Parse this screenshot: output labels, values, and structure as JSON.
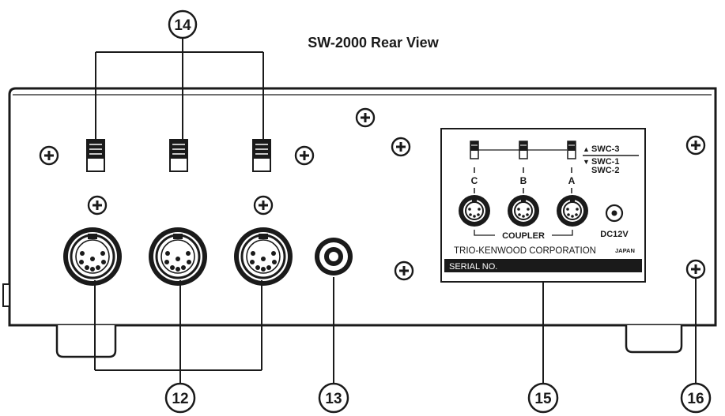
{
  "title": "SW-2000 Rear View",
  "callouts": {
    "switches": "14",
    "coupler_jacks": "12",
    "coax_jack": "13",
    "label_plate": "15",
    "ground_screw": "16"
  },
  "plate": {
    "switch_positions": {
      "up": "SWC-3",
      "down_1": "SWC-1",
      "down_2": "SWC-2"
    },
    "switch_letters": [
      "C",
      "B",
      "A"
    ],
    "coupler_label": "COUPLER",
    "dc_label": "DC12V",
    "maker": "TRIO-KENWOOD CORPORATION",
    "country": "JAPAN",
    "serial_label": "SERIAL NO."
  },
  "icons": {
    "screw": "screw-icon",
    "din_socket": "din-socket-icon",
    "slide_switch": "slide-switch-icon"
  },
  "colors": {
    "ink": "#1a1a1a",
    "paper": "#ffffff"
  }
}
